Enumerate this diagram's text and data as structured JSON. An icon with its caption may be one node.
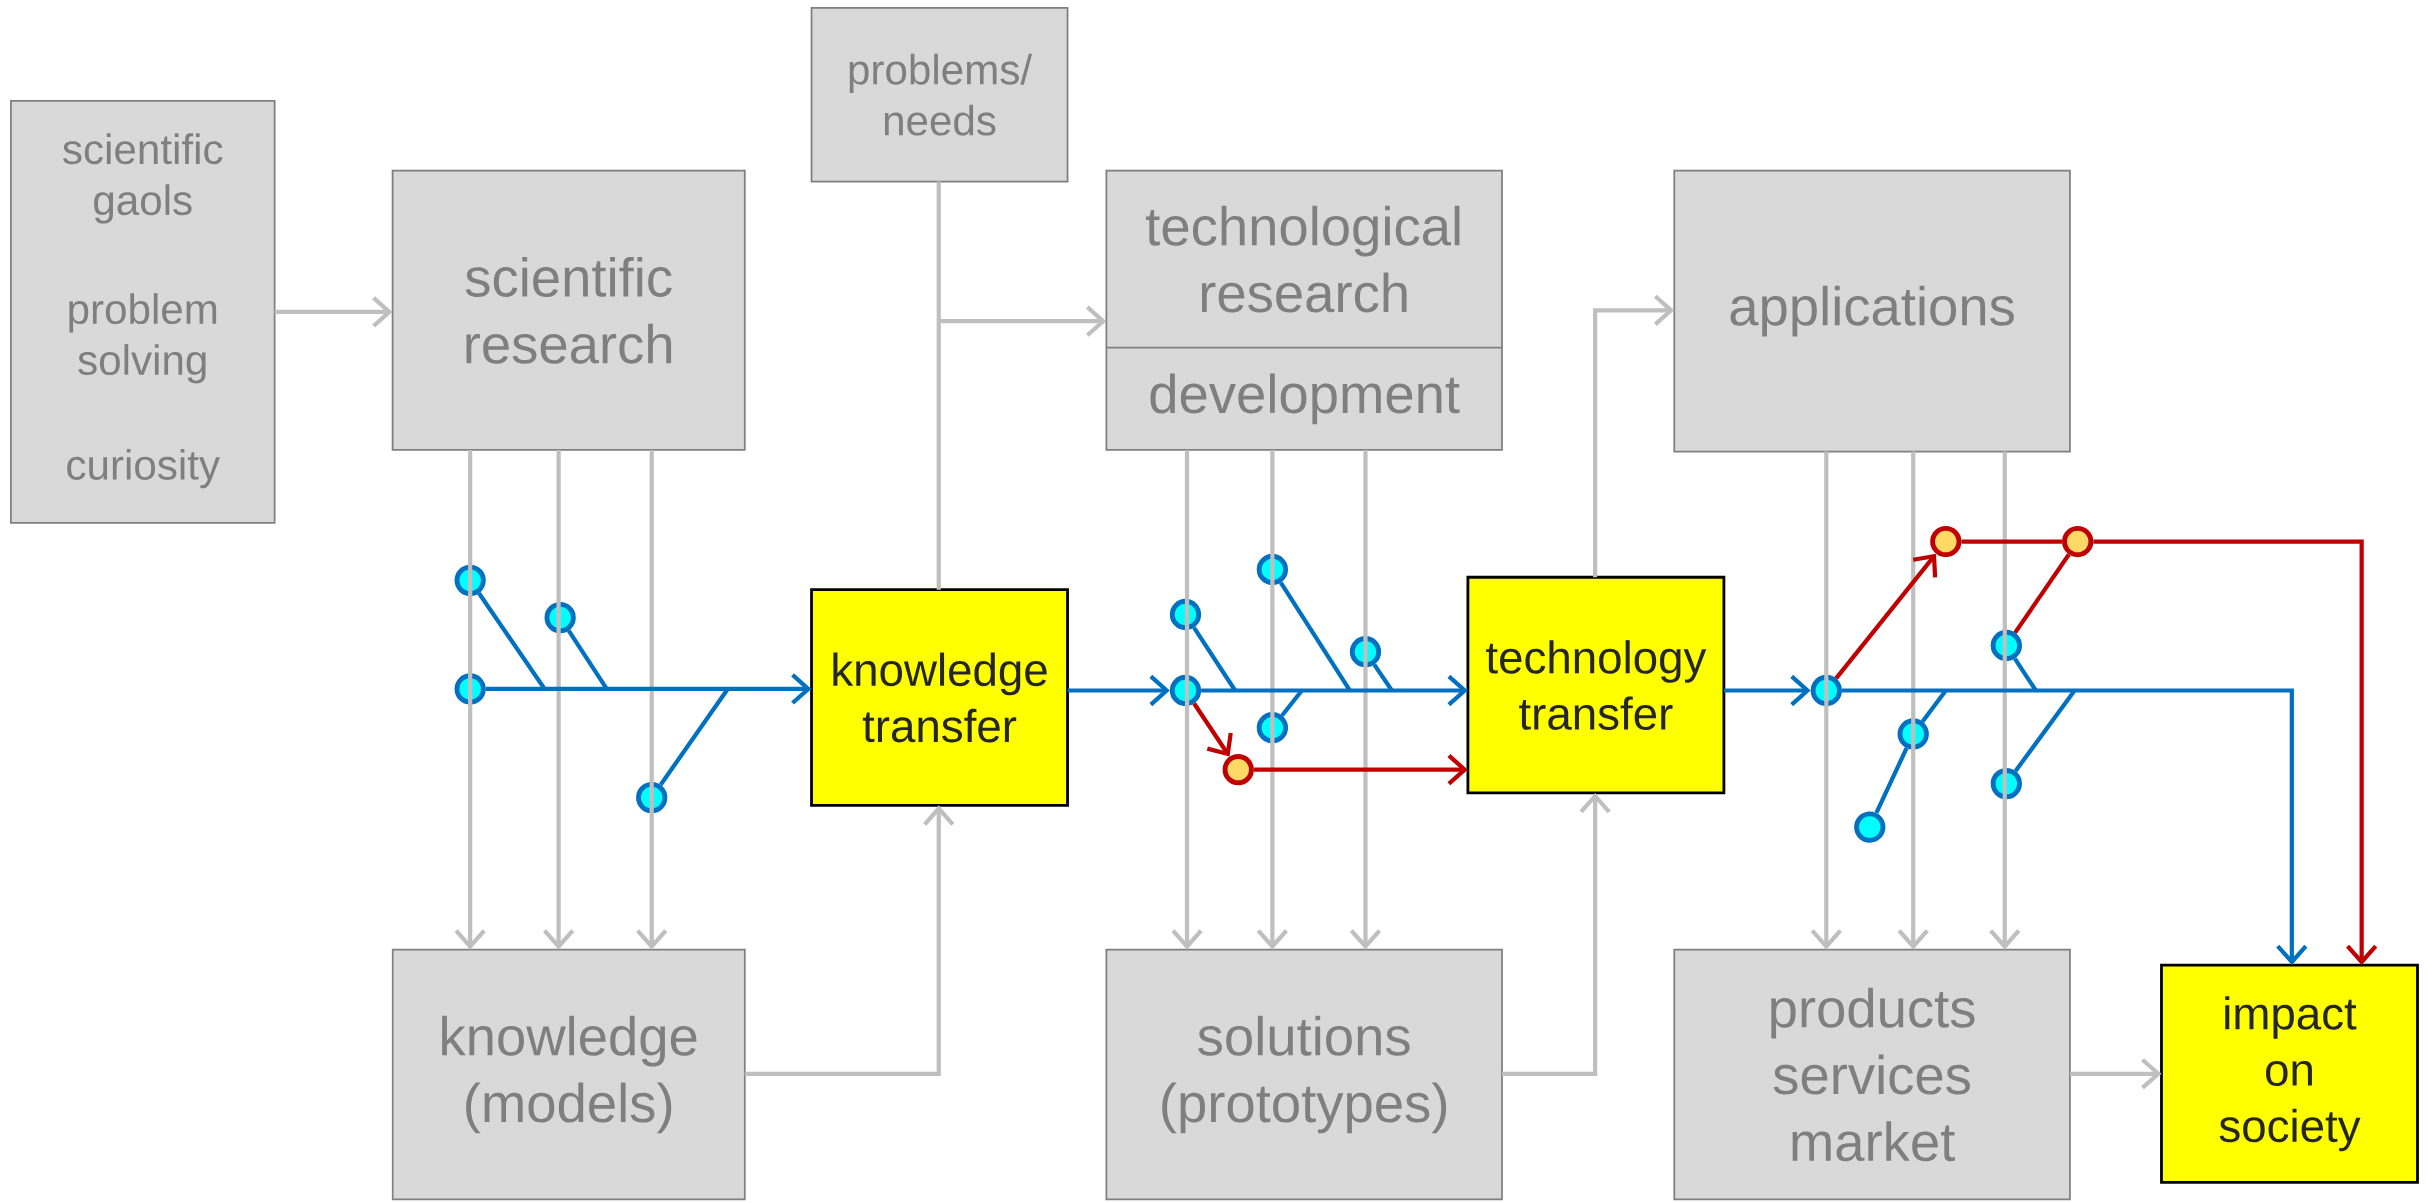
{
  "diagram": {
    "nodes": [
      {
        "text": [
          "scientific gaols",
          "problem solving",
          "curiosity"
        ]
      },
      {
        "text": [
          "scientific research"
        ]
      },
      {
        "text": [
          "problems/ needs"
        ]
      },
      {
        "text": [
          "technological research",
          "development"
        ]
      },
      {
        "text": [
          "applications"
        ]
      },
      {
        "text": [
          "knowledge transfer"
        ]
      },
      {
        "text": [
          "technology transfer"
        ]
      },
      {
        "text": [
          "knowledge (models)"
        ]
      },
      {
        "text": [
          "solutions (prototypes)"
        ]
      },
      {
        "text": [
          "products services market"
        ]
      },
      {
        "text": [
          "impact on society"
        ]
      },
      {
        "text": [],
        "shape": "circle"
      },
      {
        "text": [],
        "shape": "circle"
      },
      {
        "text": [],
        "shape": "circle"
      },
      {
        "text": [],
        "shape": "circle"
      },
      {
        "text": [],
        "shape": "circle"
      },
      {
        "text": [],
        "shape": "circle"
      },
      {
        "text": [],
        "shape": "circle"
      },
      {
        "text": [],
        "shape": "circle"
      },
      {
        "text": [],
        "shape": "circle"
      },
      {
        "text": [],
        "shape": "circle"
      },
      {
        "text": [],
        "shape": "circle"
      },
      {
        "text": [],
        "shape": "circle"
      },
      {
        "text": [],
        "shape": "circle"
      },
      {
        "text": [],
        "shape": "circle"
      },
      {
        "text": [],
        "shape": "circle"
      },
      {
        "text": [],
        "shape": "circle"
      },
      {
        "text": [],
        "shape": "circle"
      }
    ],
    "edges": [
      {
        "from": 0,
        "to": 1,
        "arrow": "to"
      },
      {
        "from": 1,
        "to": 7,
        "arrow": "to"
      },
      {
        "from": 1,
        "to": 7,
        "arrow": "to"
      },
      {
        "from": 1,
        "to": 7,
        "arrow": "to"
      },
      {
        "from": 7,
        "to": 5,
        "arrow": "to"
      },
      {
        "from": 2,
        "to": 3,
        "arrow": "to"
      },
      {
        "from": 5,
        "to": 3,
        "arrow": "to"
      },
      {
        "from": 3,
        "to": 8,
        "arrow": "to"
      },
      {
        "from": 3,
        "to": 8,
        "arrow": "to"
      },
      {
        "from": 3,
        "to": 8,
        "arrow": "to"
      },
      {
        "from": 8,
        "to": 6,
        "arrow": "to"
      },
      {
        "from": 6,
        "to": 4,
        "arrow": "to"
      },
      {
        "from": 4,
        "to": 9,
        "arrow": "to"
      },
      {
        "from": 4,
        "to": 9,
        "arrow": "to"
      },
      {
        "from": 4,
        "to": 9,
        "arrow": "to"
      },
      {
        "from": 9,
        "to": 10,
        "arrow": "to"
      },
      {
        "from": 12,
        "to": 5,
        "arrow": "to",
        "color": "#0070c0"
      },
      {
        "from": 11,
        "to": 5,
        "arrow": "to",
        "color": "#0070c0"
      },
      {
        "from": 13,
        "to": 5,
        "arrow": "to",
        "color": "#0070c0"
      },
      {
        "from": 14,
        "to": 5,
        "arrow": "to",
        "color": "#0070c0"
      },
      {
        "from": 5,
        "to": 16,
        "arrow": "to",
        "color": "#0070c0"
      },
      {
        "from": 16,
        "to": 6,
        "arrow": "to",
        "color": "#0070c0"
      },
      {
        "from": 15,
        "to": 6,
        "arrow": "to",
        "color": "#0070c0"
      },
      {
        "from": 18,
        "to": 6,
        "arrow": "to",
        "color": "#0070c0"
      },
      {
        "from": 19,
        "to": 6,
        "arrow": "to",
        "color": "#0070c0"
      },
      {
        "from": 20,
        "to": 6,
        "arrow": "to",
        "color": "#0070c0"
      },
      {
        "from": 6,
        "to": 21,
        "arrow": "to",
        "color": "#0070c0"
      },
      {
        "from": 21,
        "to": 10,
        "arrow": "to",
        "color": "#0070c0"
      },
      {
        "from": 22,
        "to": 23,
        "arrow": "none",
        "color": "#0070c0"
      },
      {
        "from": 23,
        "to": 10,
        "arrow": "to",
        "color": "#0070c0"
      },
      {
        "from": 25,
        "to": 10,
        "arrow": "to",
        "color": "#0070c0"
      },
      {
        "from": 26,
        "to": 10,
        "arrow": "to",
        "color": "#0070c0"
      },
      {
        "from": 16,
        "to": 17,
        "arrow": "to",
        "color": "#c00000"
      },
      {
        "from": 17,
        "to": 6,
        "arrow": "to",
        "color": "#c00000"
      },
      {
        "from": 21,
        "to": 24,
        "arrow": "to",
        "color": "#c00000"
      },
      {
        "from": 24,
        "to": 27,
        "arrow": "none",
        "color": "#c00000"
      },
      {
        "from": 25,
        "to": 27,
        "arrow": "none",
        "color": "#c00000"
      },
      {
        "from": 27,
        "to": 10,
        "arrow": "to",
        "color": "#c00000"
      }
    ]
  }
}
